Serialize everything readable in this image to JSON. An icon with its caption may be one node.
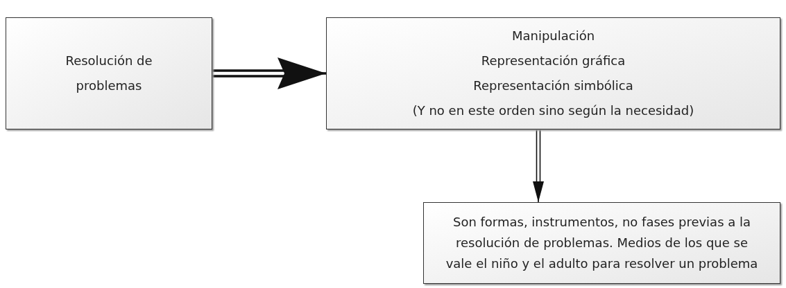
{
  "diagram": {
    "nodes": [
      {
        "text": [
          "Resolución de problemas"
        ]
      },
      {
        "text": [
          "Manipulación",
          "Representación gráfica",
          "Representación simbólica",
          "(Y no en este orden sino según la necesidad)"
        ]
      },
      {
        "text": [
          "Son formas, instrumentos, no fases previas a la resolución de problemas. Medios de los que se vale el niño y el adulto para resolver un problema"
        ]
      }
    ],
    "edges": [
      {
        "from": 0,
        "to": 1,
        "arrow": "to",
        "style": "thick"
      },
      {
        "from": 1,
        "to": 2,
        "arrow": "to"
      }
    ]
  }
}
